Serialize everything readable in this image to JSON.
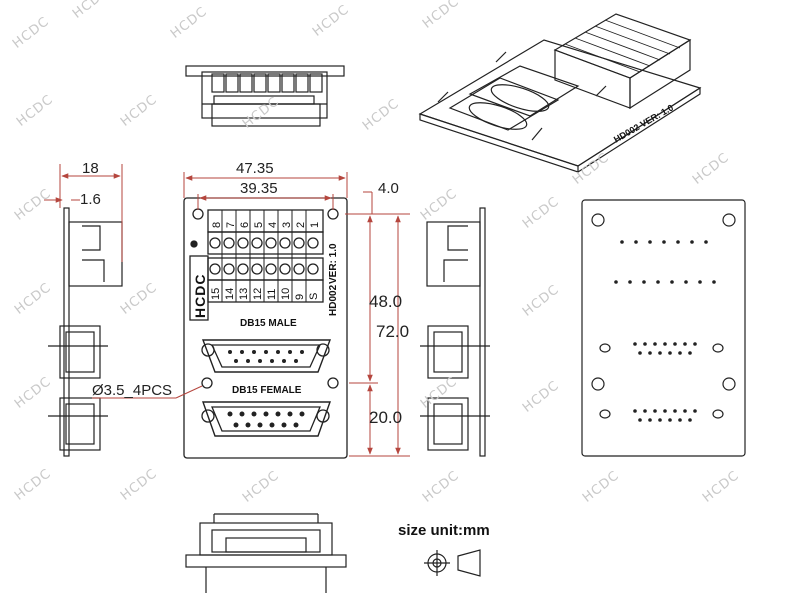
{
  "watermark": "HCDC",
  "units_note": "size unit:mm",
  "dimensions": {
    "width_total": "47.35",
    "hole_spacing_x": "39.35",
    "hole_offset": "4.0",
    "side_depth": "18",
    "board_thickness": "1.6",
    "height_upper": "48.0",
    "height_total": "72.0",
    "height_lower": "20.0",
    "mount_holes": "Ø3.5_4PCS"
  },
  "board": {
    "logo": "HCDC",
    "model": "HD002",
    "version": "VER: 1.0",
    "top_pins": [
      "8",
      "7",
      "6",
      "5",
      "4",
      "3",
      "2",
      "1"
    ],
    "bottom_pins": [
      "15",
      "14",
      "13",
      "12",
      "11",
      "10",
      "9",
      "S"
    ],
    "connector_male": "DB15 MALE",
    "connector_female": "DB15 FEMALE"
  },
  "iso_board_text": "HD002 VER: 1.0",
  "colors": {
    "line": "#222222",
    "dim": "#b5463e",
    "watermark": "#c9c9c9"
  }
}
